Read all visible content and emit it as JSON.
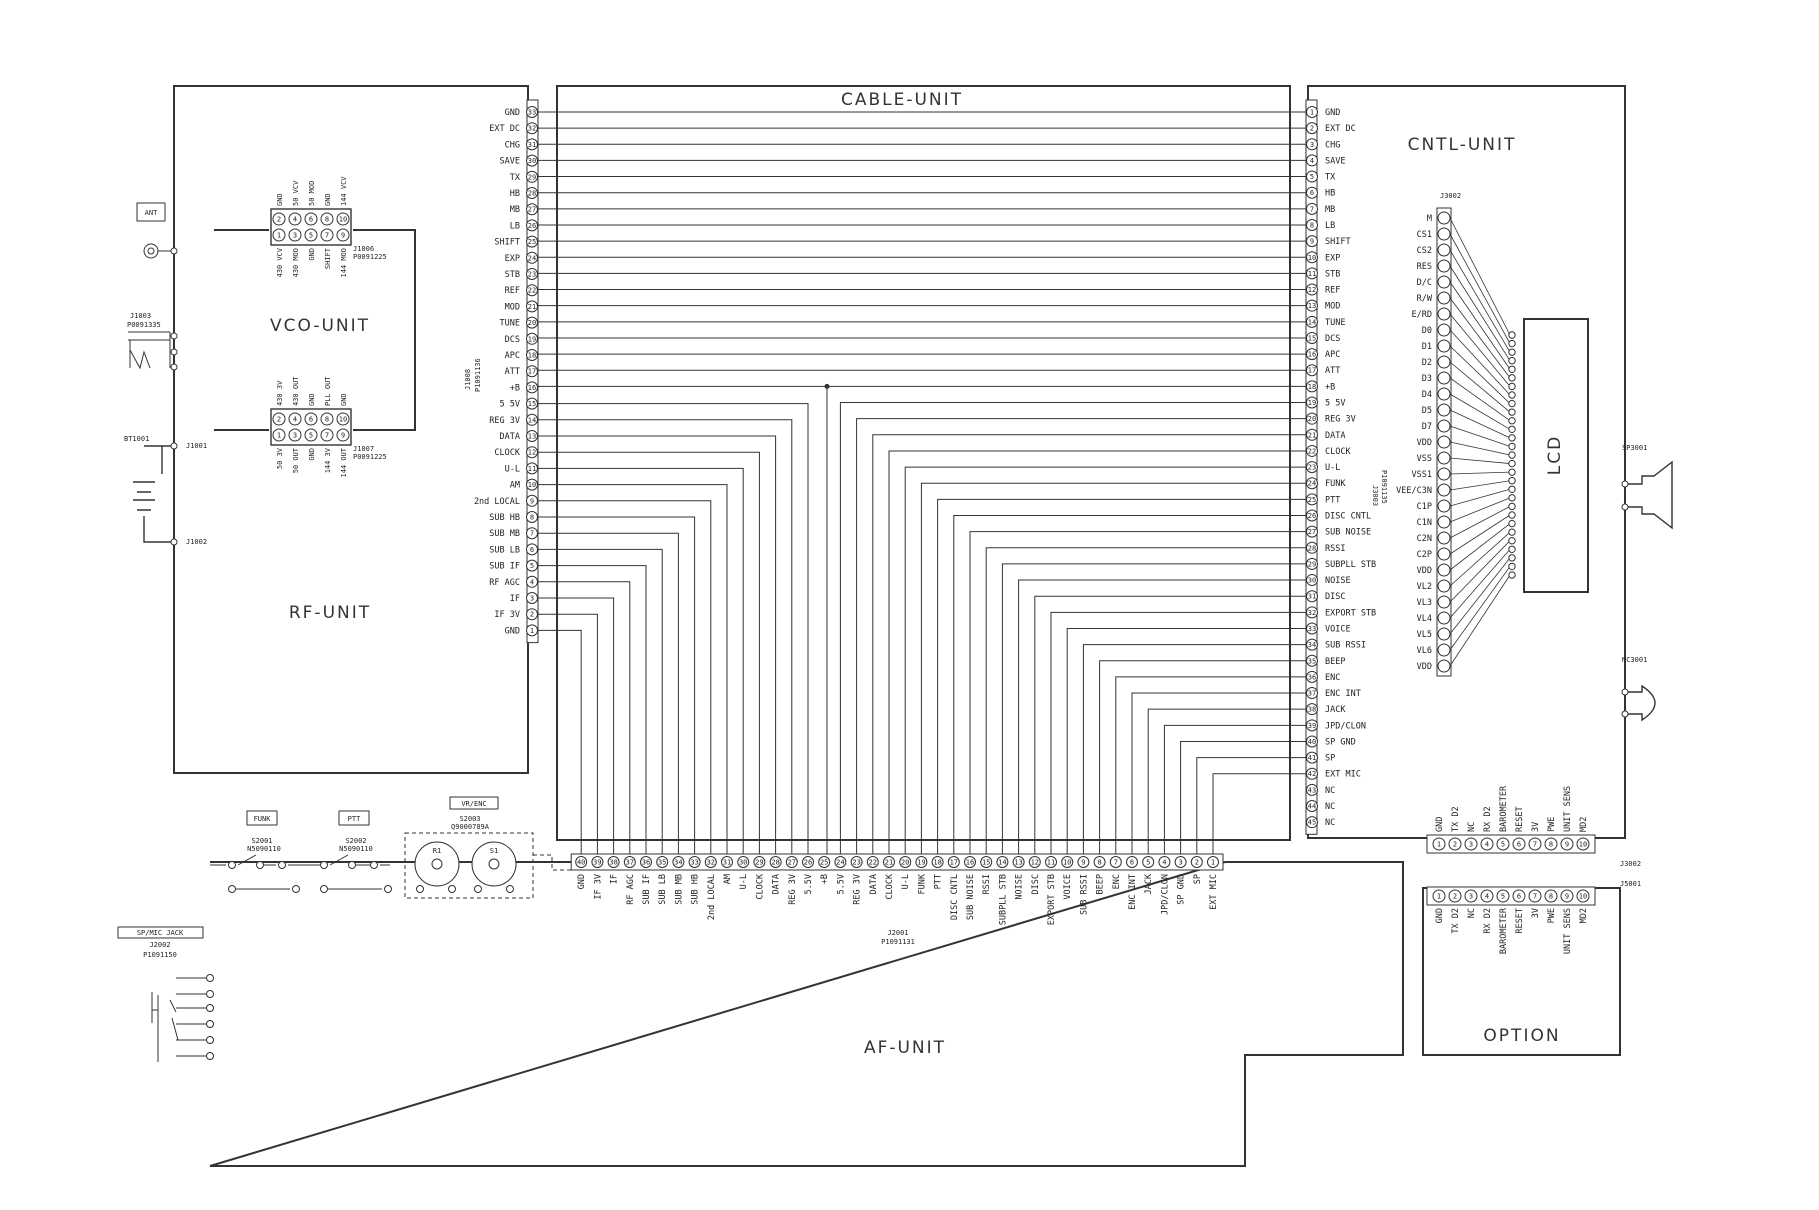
{
  "units": {
    "rf": "RF-UNIT",
    "vco": "VCO-UNIT",
    "cable": "CABLE-UNIT",
    "cntl": "CNTL-UNIT",
    "af": "AF-UNIT",
    "option": "OPTION",
    "lcd": "LCD"
  },
  "rf_connector": {
    "ref": "J1008",
    "part": "P1091136",
    "pins": [
      "GND",
      "EXT DC",
      "CHG",
      "SAVE",
      "TX",
      "HB",
      "MB",
      "LB",
      "SHIFT",
      "EXP",
      "STB",
      "REF",
      "MOD",
      "TUNE",
      "DCS",
      "APC",
      "ATT",
      "+B",
      "5 5V",
      "REG 3V",
      "DATA",
      "CLOCK",
      "U-L",
      "AM",
      "2nd LOCAL",
      "SUB HB",
      "SUB MB",
      "SUB LB",
      "SUB IF",
      "RF AGC",
      "IF",
      "IF 3V",
      "GND"
    ]
  },
  "cntl_connector": {
    "ref": "J3003",
    "part": "P1091135",
    "pins": [
      "GND",
      "EXT DC",
      "CHG",
      "SAVE",
      "TX",
      "HB",
      "MB",
      "LB",
      "SHIFT",
      "EXP",
      "STB",
      "REF",
      "MOD",
      "TUNE",
      "DCS",
      "APC",
      "ATT",
      "+B",
      "5 5V",
      "REG 3V",
      "DATA",
      "CLOCK",
      "U-L",
      "FUNK",
      "PTT",
      "DISC CNTL",
      "SUB NOISE",
      "RSSI",
      "SUBPLL STB",
      "NOISE",
      "DISC",
      "EXPORT STB",
      "VOICE",
      "SUB RSSI",
      "BEEP",
      "ENC",
      "ENC INT",
      "JACK",
      "JPD/CLON",
      "SP GND",
      "SP",
      "EXT MIC",
      "NC",
      "NC",
      "NC"
    ]
  },
  "af_connector": {
    "ref": "J2001",
    "part": "P1091131",
    "pins": [
      "EXT MIC",
      "SP",
      "SP GND",
      "JPD/CLON",
      "JACK",
      "ENC INT",
      "ENC",
      "BEEP",
      "SUB RSSI",
      "VOICE",
      "EXPORT STB",
      "DISC",
      "NOISE",
      "SUBPLL STB",
      "RSSI",
      "SUB NOISE",
      "DISC CNTL",
      "PTT",
      "FUNK",
      "U-L",
      "CLOCK",
      "DATA",
      "REG 3V",
      "5.5V",
      "+B",
      "5.5V",
      "REG 3V",
      "DATA",
      "CLOCK",
      "U-L",
      "AM",
      "2nd LOCAL",
      "SUB HB",
      "SUB MB",
      "SUB LB",
      "SUB IF",
      "RF AGC",
      "IF",
      "IF 3V",
      "GND"
    ]
  },
  "lcd_connector": {
    "ref": "J3002",
    "pins": [
      "M",
      "CS1",
      "CS2",
      "RES",
      "D/C",
      "R/W",
      "E/RD",
      "D0",
      "D1",
      "D2",
      "D3",
      "D4",
      "D5",
      "D7",
      "VDD",
      "VSS",
      "VSS1",
      "VEE/C3N",
      "C1P",
      "C1N",
      "C2N",
      "C2P",
      "VDD",
      "VL2",
      "VL3",
      "VL4",
      "VL5",
      "VL6",
      "VDD"
    ]
  },
  "option_connectors": {
    "top_ref": "J3002",
    "bottom_ref": "J5001",
    "pins": [
      "GND",
      "TX D2",
      "NC",
      "RX D2",
      "BAROMETER",
      "RESET",
      "3V",
      "PWE",
      "UNIT SENS",
      "MD2"
    ]
  },
  "vco_connectors": {
    "top_ref": "J1006",
    "top_part": "P0091225",
    "top_labels_above": [
      "GND",
      "50 VCV",
      "50 MOD",
      "GND",
      "144 VCV"
    ],
    "top_labels_below": [
      "430 VCV",
      "430 MOD",
      "GND",
      "SHIFT",
      "144 MOD"
    ],
    "top_pins_row1": [
      "2",
      "4",
      "6",
      "8",
      "10"
    ],
    "top_pins_row2": [
      "1",
      "3",
      "5",
      "7",
      "9"
    ],
    "bottom_ref": "J1007",
    "bottom_part": "P0091225",
    "bottom_labels_above": [
      "430 3V",
      "430 OUT",
      "GND",
      "PLL OUT",
      "GND"
    ],
    "bottom_labels_below": [
      "50 3V",
      "50 OUT",
      "GND",
      "144 3V",
      "144 OUT"
    ]
  },
  "rf_side": {
    "ant": "ANT",
    "j1003": "J1003",
    "j1003_part": "P0091335",
    "bt": "BT1001",
    "j1001": "J1001",
    "j1002": "J1002"
  },
  "af_side": {
    "funk": "FUNK",
    "ptt": "PTT",
    "vrenc": "VR/ENC",
    "s2001": "S2001",
    "s2001_part": "N5090110",
    "s2002": "S2002",
    "s2002_part": "N5090110",
    "s2003": "S2003",
    "s2003_part": "Q9000789A",
    "r1": "R1",
    "s1": "S1",
    "jack": "SP/MIC JACK",
    "j2002": "J2002",
    "j2002_part": "P1091150"
  },
  "speaker": {
    "sp": "SP3001",
    "mic": "MC3001"
  }
}
